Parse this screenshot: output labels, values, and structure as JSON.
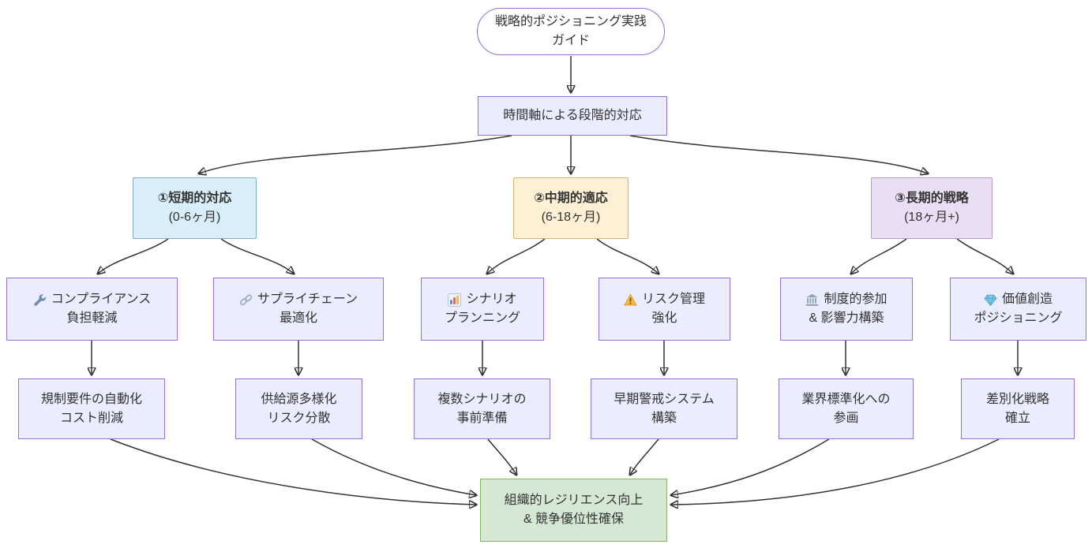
{
  "diagram": {
    "root": {
      "line1": "戦略的ポジショニング実践",
      "line2": "ガイド"
    },
    "timeline": {
      "label": "時間軸による段階的対応"
    },
    "phases": [
      {
        "title": "①短期的対応",
        "subtitle": "(0-6ヶ月)"
      },
      {
        "title": "②中期的適応",
        "subtitle": "(6-18ヶ月)"
      },
      {
        "title": "③長期的戦略",
        "subtitle": "(18ヶ月+)"
      }
    ],
    "strategies": [
      {
        "icon": "wrench-icon",
        "line1": "コンプライアンス",
        "line2": "負担軽減"
      },
      {
        "icon": "link-icon",
        "line1": "サプライチェーン",
        "line2": "最適化"
      },
      {
        "icon": "bar-chart-icon",
        "line1": "シナリオ",
        "line2": "プランニング"
      },
      {
        "icon": "warning-icon",
        "line1": "リスク管理",
        "line2": "強化"
      },
      {
        "icon": "bank-icon",
        "line1": "制度的参加",
        "line2": "& 影響力構築"
      },
      {
        "icon": "gem-icon",
        "line1": "価値創造",
        "line2": "ポジショニング"
      }
    ],
    "outcomes": [
      {
        "line1": "規制要件の自動化",
        "line2": "コスト削減"
      },
      {
        "line1": "供給源多様化",
        "line2": "リスク分散"
      },
      {
        "line1": "複数シナリオの",
        "line2": "事前準備"
      },
      {
        "line1": "早期警戒システム",
        "line2": "構築"
      },
      {
        "line1": "業界標準化への",
        "line2": "参画"
      },
      {
        "line1": "差別化戦略",
        "line2": "確立"
      }
    ],
    "goal": {
      "line1": "組織的レジリエンス向上",
      "line2": "& 競争優位性確保"
    },
    "colors": {
      "default_fill": "#ECECFF",
      "default_border": "#9370DB",
      "short_term_fill": "#d9eef8",
      "mid_term_fill": "#fdf0d5",
      "long_term_fill": "#eadef4",
      "goal_fill": "#d5e8d4",
      "goal_border": "#82b366",
      "edge_color": "#333333"
    }
  }
}
